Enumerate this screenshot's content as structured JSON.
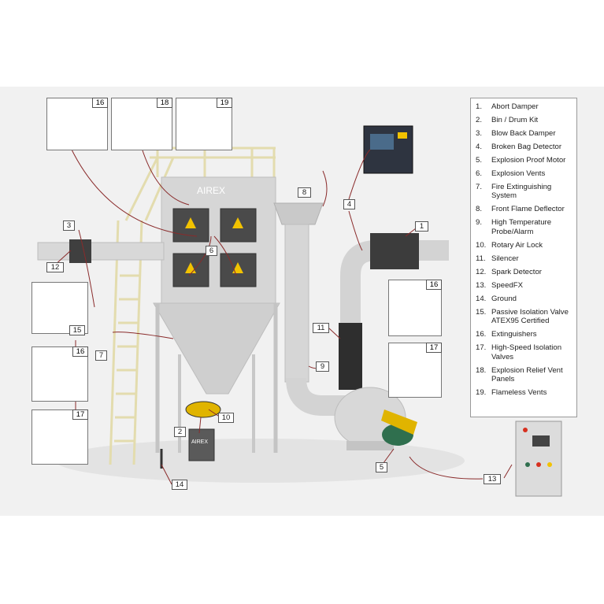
{
  "brand": "AIREX",
  "legend": [
    {
      "num": "1.",
      "text": "Abort Damper"
    },
    {
      "num": "2.",
      "text": "Bin / Drum Kit"
    },
    {
      "num": "3.",
      "text": "Blow Back Damper"
    },
    {
      "num": "4.",
      "text": "Broken Bag Detector"
    },
    {
      "num": "5.",
      "text": "Explosion Proof Motor"
    },
    {
      "num": "6.",
      "text": "Explosion Vents"
    },
    {
      "num": "7.",
      "text": "Fire Extinguishing System"
    },
    {
      "num": "8.",
      "text": "Front Flame Deflector"
    },
    {
      "num": "9.",
      "text": "High Temperature Probe/Alarm"
    },
    {
      "num": "10.",
      "text": "Rotary Air Lock"
    },
    {
      "num": "11.",
      "text": "Silencer"
    },
    {
      "num": "12.",
      "text": "Spark Detector"
    },
    {
      "num": "13.",
      "text": "SpeedFX"
    },
    {
      "num": "14.",
      "text": "Ground"
    },
    {
      "num": "15.",
      "text": "Passive Isolation Valve ATEX95 Certified"
    },
    {
      "num": "16.",
      "text": "Extinguishers"
    },
    {
      "num": "17.",
      "text": "High-Speed Isolation Valves"
    },
    {
      "num": "18.",
      "text": "Explosion Relief Vent Panels"
    },
    {
      "num": "19.",
      "text": "Flameless Vents"
    }
  ],
  "callouts": {
    "c1": "1",
    "c2": "2",
    "c3": "3",
    "c4": "4",
    "c5": "5",
    "c6": "6",
    "c7": "7",
    "c8": "8",
    "c9": "9",
    "c10": "10",
    "c11": "11",
    "c12": "12",
    "c13": "13",
    "c14": "14",
    "c15": "15",
    "t16a": "16",
    "t18": "18",
    "t19": "19",
    "t16b": "16",
    "t17a": "17",
    "t16c": "16",
    "t17b": "17"
  },
  "colors": {
    "structure": "#d9d9d9",
    "ladder": "#e7dfb4",
    "vent_label": "#f2c200",
    "extinguisher_red": "#d7301f",
    "callout_line": "#8a2b2b",
    "fan_green": "#2f6f4e",
    "motor_yellow": "#e0b400"
  }
}
